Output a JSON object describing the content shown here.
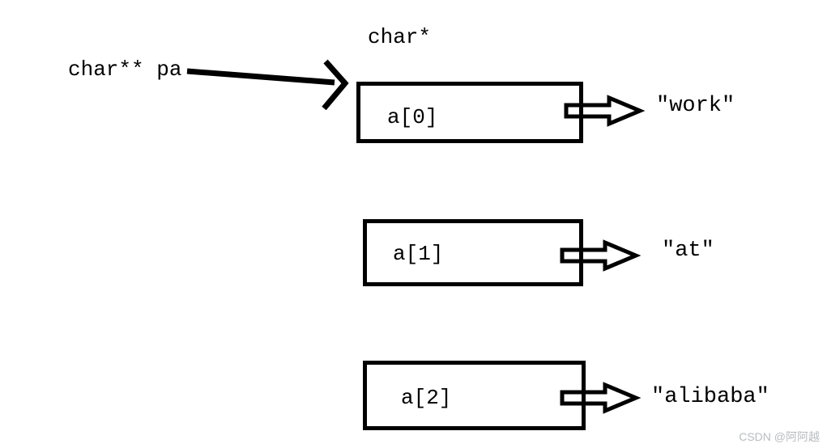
{
  "diagram": {
    "pointer_label": "char** pa",
    "type_label": "char*",
    "rows": [
      {
        "cell": "a[0]",
        "value": "″work″"
      },
      {
        "cell": "a[1]",
        "value": "″at″"
      },
      {
        "cell": "a[2]",
        "value": "″alibaba″"
      }
    ],
    "watermark": "CSDN @阿阿越",
    "colors": {
      "ink": "#000000",
      "background": "#ffffff",
      "watermark": "#b9bcbf"
    }
  }
}
